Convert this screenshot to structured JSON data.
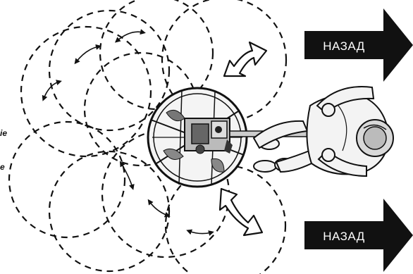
{
  "directions": {
    "upper_arrow_label": "НАЗАД",
    "lower_arrow_label": "НАЗАД"
  },
  "cropped_text": {
    "upper_fragment": "ie",
    "lower_fragment": "e"
  },
  "colors": {
    "ink": "#111111",
    "arrow_fill": "#000000",
    "arrow_text": "#ffffff",
    "background": "#ffffff"
  },
  "icons": {
    "machine": "power-trowel-machine-icon",
    "operator": "operator-figure-icon",
    "direction_arrow": "arrow-right-icon",
    "rotation_arrow": "curved-double-arrow-icon"
  }
}
